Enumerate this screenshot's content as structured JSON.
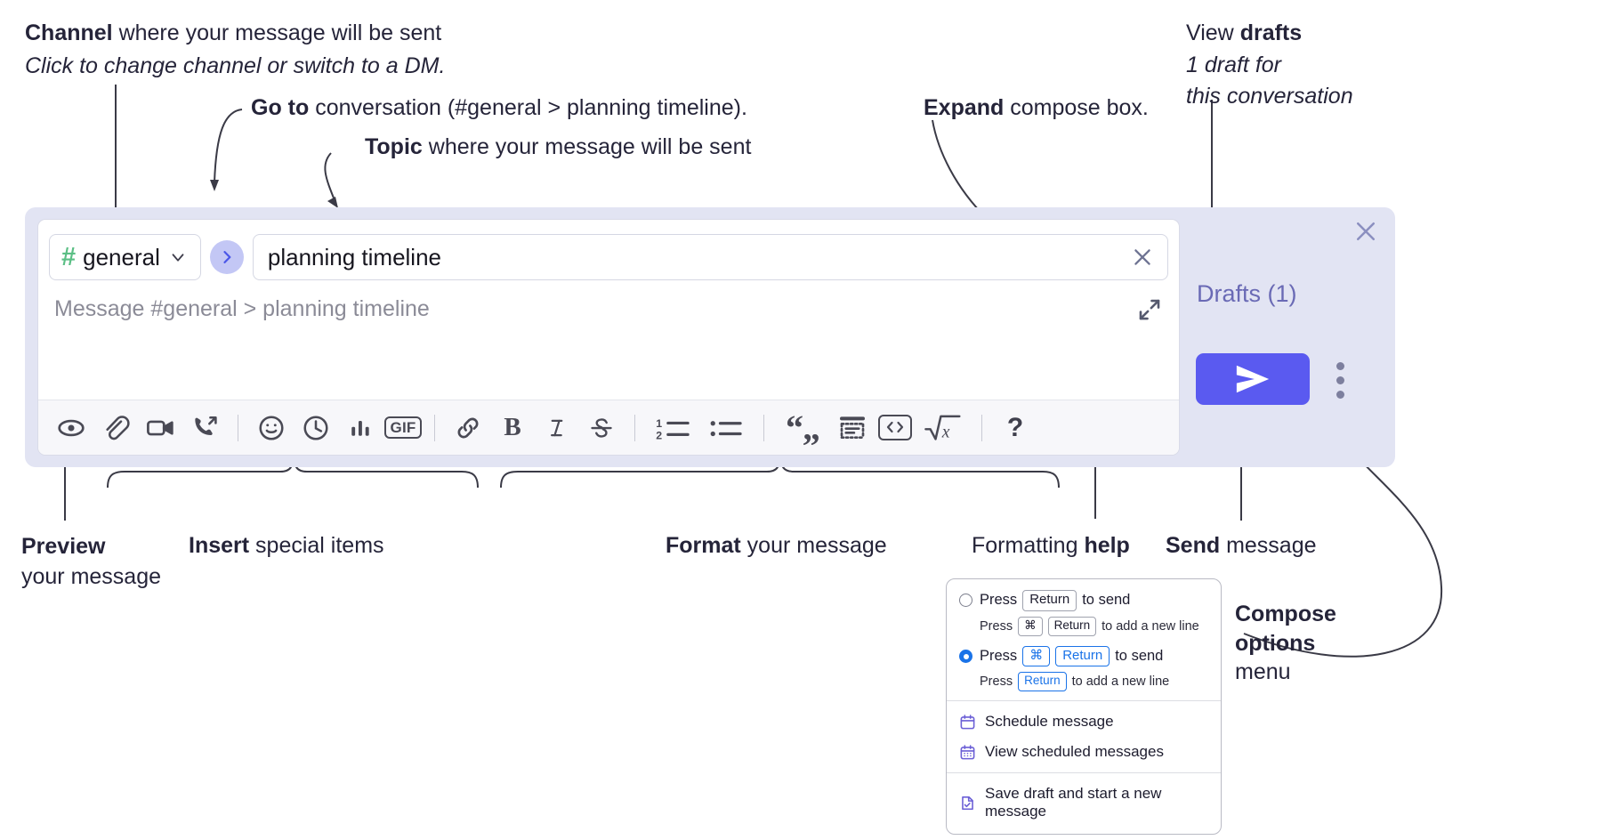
{
  "annotations": {
    "channel": {
      "bold": "Channel",
      "rest": " where your message will be sent",
      "italic": "Click to change channel or switch to a DM."
    },
    "goto": {
      "bold": "Go to",
      "rest": " conversation (#general > planning timeline)."
    },
    "topic": {
      "bold": "Topic",
      "rest": " where your message will be sent"
    },
    "expand": {
      "bold": "Expand",
      "rest": " compose box."
    },
    "drafts": {
      "lead": "View ",
      "bold": "drafts",
      "italic1": "1 draft for",
      "italic2": "this conversation"
    },
    "preview": {
      "bold": "Preview",
      "rest": "your message"
    },
    "insert": {
      "bold": "Insert",
      "rest": " special items"
    },
    "format": {
      "bold": "Format",
      "rest": " your message"
    },
    "help": {
      "lead": "Formatting ",
      "bold": "help"
    },
    "send": {
      "bold": "Send",
      "rest": " message"
    },
    "composeoptions": {
      "bold1": "Compose",
      "bold2": "options",
      "rest": "menu"
    }
  },
  "compose": {
    "channel_name": "general",
    "hash_icon": "hash-icon",
    "chevron_icon": "chevron-down-icon",
    "goto_icon": "chevron-right-icon",
    "topic_value": "planning timeline",
    "topic_clear_icon": "close-icon",
    "message_placeholder": "Message #general > planning timeline",
    "expand_icon": "expand-icon",
    "panel_close_icon": "close-icon",
    "drafts_label": "Drafts (1)",
    "send_icon": "send-paper-plane-icon",
    "kebab_icon": "more-options-icon",
    "accent_color": "#5a5af0",
    "panel_color": "#e2e4f3",
    "hash_color": "#5bbf85",
    "drafts_color": "#6a6ab5",
    "toolbar": [
      {
        "name": "preview-icon",
        "label": "Preview"
      },
      {
        "name": "attachment-icon",
        "label": "Attach file"
      },
      {
        "name": "video-camera-icon",
        "label": "Video clip"
      },
      {
        "name": "phone-forward-icon",
        "label": "Audio clip"
      },
      {
        "sep": true
      },
      {
        "name": "emoji-icon",
        "label": "Emoji"
      },
      {
        "name": "clock-icon",
        "label": "Schedule"
      },
      {
        "name": "poll-bar-chart-icon",
        "label": "Poll"
      },
      {
        "name": "gif-icon",
        "label": "GIF"
      },
      {
        "sep": true
      },
      {
        "name": "link-icon",
        "label": "Link"
      },
      {
        "name": "bold-icon",
        "label": "B"
      },
      {
        "name": "italic-icon",
        "label": "I"
      },
      {
        "name": "strikethrough-icon",
        "label": "Strikethrough"
      },
      {
        "sep": true
      },
      {
        "name": "ordered-list-icon",
        "label": "Ordered list"
      },
      {
        "name": "bulleted-list-icon",
        "label": "Bulleted list"
      },
      {
        "sep": true
      },
      {
        "name": "blockquote-icon",
        "label": "Blockquote"
      },
      {
        "name": "code-block-icon",
        "label": "Code block"
      },
      {
        "name": "inline-code-icon",
        "label": "Inline code"
      },
      {
        "name": "latex-math-icon",
        "label": "Math"
      },
      {
        "sep": true
      },
      {
        "name": "help-question-icon",
        "label": "?"
      }
    ]
  },
  "menu": {
    "option1": {
      "pre": "Press",
      "key": "Return",
      "post": "to send",
      "sub_pre": "Press",
      "sub_key1": "⌘",
      "sub_key2": "Return",
      "sub_post": "to add a new line",
      "selected": false
    },
    "option2": {
      "pre": "Press",
      "key1": "⌘",
      "key2": "Return",
      "post": "to send",
      "sub_pre": "Press",
      "sub_key": "Return",
      "sub_post": "to add a new line",
      "selected": true
    },
    "items": [
      {
        "label": "Schedule message",
        "icon": "calendar-clock-icon"
      },
      {
        "label": "View scheduled messages",
        "icon": "calendar-grid-icon"
      },
      {
        "label": "Save draft and start a new message",
        "icon": "draft-check-icon"
      }
    ]
  }
}
